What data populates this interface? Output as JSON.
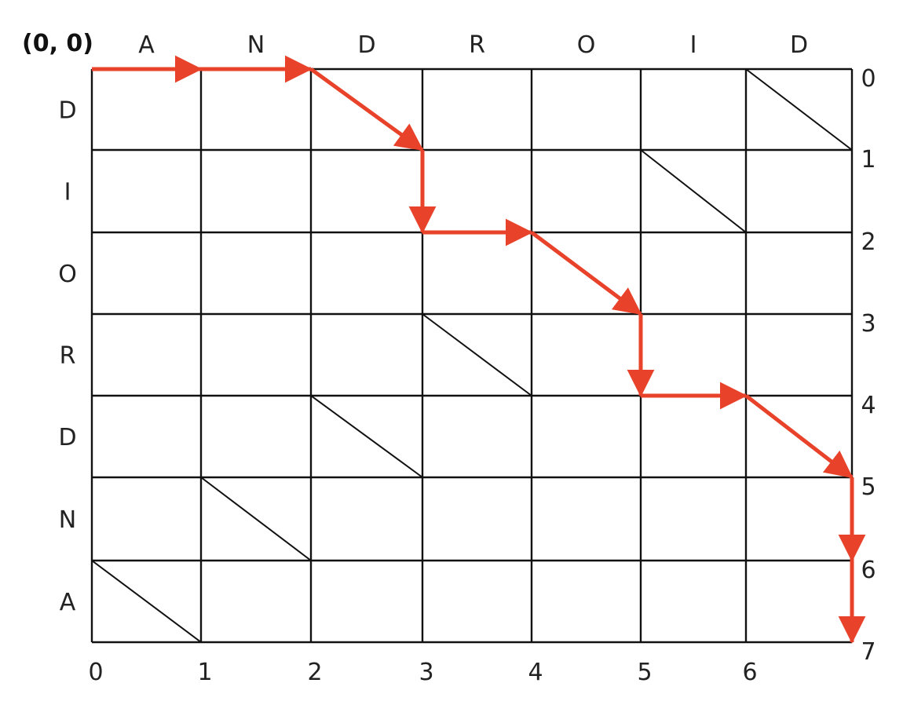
{
  "origin_label": "(0, 0)",
  "top_sequence": [
    "A",
    "N",
    "D",
    "R",
    "O",
    "I",
    "D"
  ],
  "left_sequence": [
    "D",
    "I",
    "O",
    "R",
    "D",
    "N",
    "A"
  ],
  "column_numbers": [
    "0",
    "1",
    "2",
    "3",
    "4",
    "5",
    "6"
  ],
  "row_numbers": [
    "0",
    "1",
    "2",
    "3",
    "4",
    "5",
    "6",
    "7"
  ],
  "diagonal_cells": [
    [
      6,
      0
    ],
    [
      5,
      1
    ],
    [
      3,
      3
    ],
    [
      2,
      4
    ],
    [
      1,
      5
    ],
    [
      0,
      6
    ]
  ],
  "path": [
    [
      0,
      0
    ],
    [
      1,
      0
    ],
    [
      2,
      0
    ],
    [
      3,
      1
    ],
    [
      3,
      2
    ],
    [
      4,
      2
    ],
    [
      5,
      3
    ],
    [
      5,
      4
    ],
    [
      6,
      4
    ],
    [
      7,
      5
    ],
    [
      7,
      6
    ],
    [
      7,
      7
    ]
  ],
  "colors": {
    "path": "#e8432a",
    "grid": "#111111"
  }
}
